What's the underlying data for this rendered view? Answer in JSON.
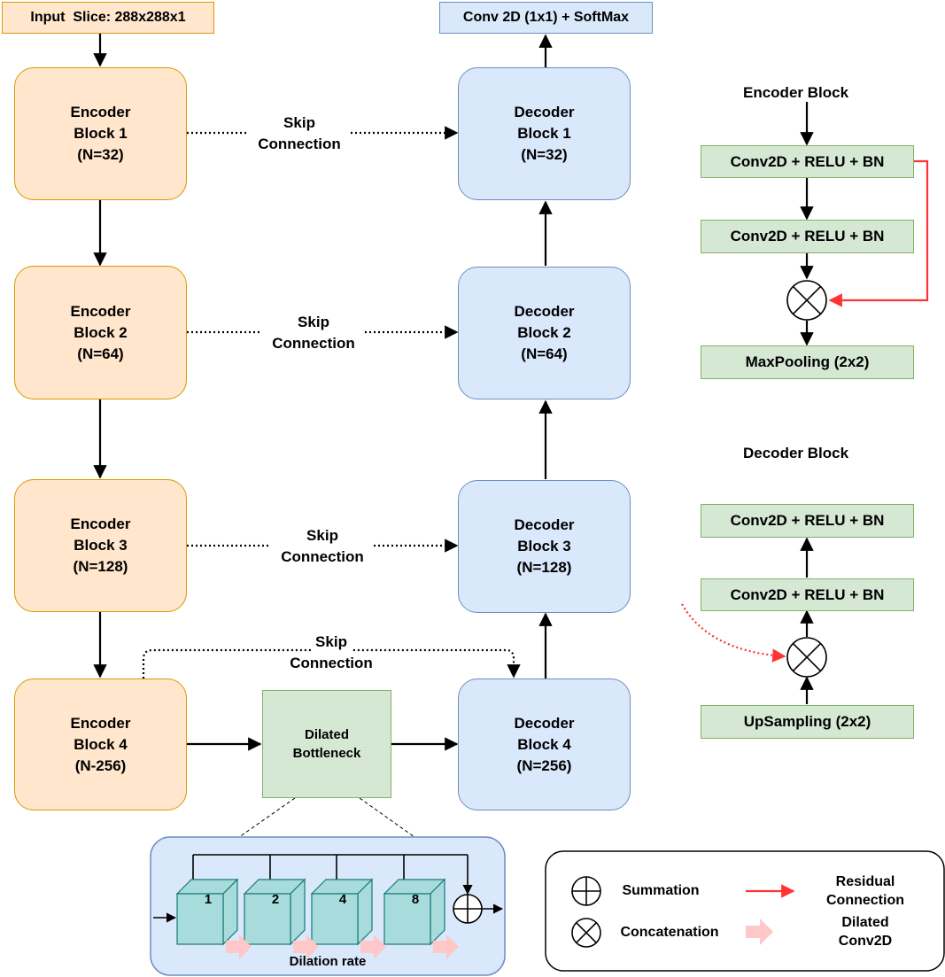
{
  "input_label": "Input  Slice: 288x288x1",
  "output_label": "Conv 2D (1x1) + SoftMax",
  "encoders": [
    {
      "line1": "Encoder",
      "line2": "Block 1",
      "line3": "(N=32)"
    },
    {
      "line1": "Encoder",
      "line2": "Block 2",
      "line3": "(N=64)"
    },
    {
      "line1": "Encoder",
      "line2": "Block 3",
      "line3": "(N=128)"
    },
    {
      "line1": "Encoder",
      "line2": "Block 4",
      "line3": "(N-256)"
    }
  ],
  "decoders": [
    {
      "line1": "Decoder",
      "line2": "Block 1",
      "line3": "(N=32)"
    },
    {
      "line1": "Decoder",
      "line2": "Block 2",
      "line3": "(N=64)"
    },
    {
      "line1": "Decoder",
      "line2": "Block 3",
      "line3": "(N=128)"
    },
    {
      "line1": "Decoder",
      "line2": "Block 4",
      "line3": "(N=256)"
    }
  ],
  "skip": {
    "line1": "Skip",
    "line2": "Connection"
  },
  "bottleneck": {
    "line1": "Dilated",
    "line2": "Bottleneck"
  },
  "dilation": {
    "rates": [
      "1",
      "2",
      "4",
      "8"
    ],
    "caption": "Dilation rate"
  },
  "encoder_block_panel": {
    "title": "Encoder Block",
    "layer1": "Conv2D + RELU + BN",
    "layer2": "Conv2D + RELU + BN",
    "pool": "MaxPooling (2x2)"
  },
  "decoder_block_panel": {
    "title": "Decoder Block",
    "layer1": "Conv2D + RELU + BN",
    "layer2": "Conv2D + RELU + BN",
    "upsample": "UpSampling (2x2)"
  },
  "legend": {
    "summation": "Summation",
    "concatenation": "Concatenation",
    "residual_line1": "Residual",
    "residual_line2": "Connection",
    "dilated_line1": "Dilated",
    "dilated_line2": "Conv2D"
  },
  "colors": {
    "encoder_fill": "#ffe6cc",
    "encoder_stroke": "#d79b00",
    "decoder_fill": "#dae8fc",
    "decoder_stroke": "#6c8ebf",
    "green_fill": "#d5e8d4",
    "green_stroke": "#82b366",
    "residual_red": "#ff3333",
    "cube_fill": "#a8dcdc",
    "dilated_arrow": "#ffc7c7"
  }
}
